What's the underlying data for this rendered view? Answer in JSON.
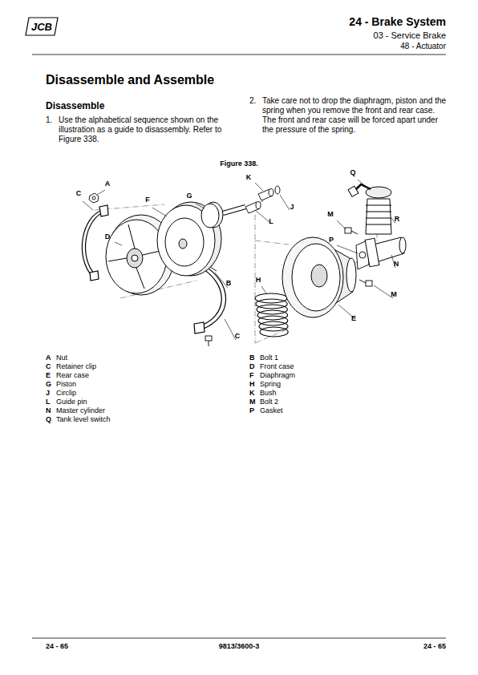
{
  "diagram": {
    "title": "Disassemble and Assemble",
    "labels": [
      "JCB",
      "24 - Brake System",
      "03 - Service Brake",
      "48 - Actuator",
      "Disassemble",
      "1.",
      "Use the alphabetical sequence shown on the illustration as a guide to disassembly. Refer to Figure 338.",
      "2.",
      "Take care not to drop the diaphragm, piston and the spring when you remove the front and rear case. The front and rear case will be forced apart under the pressure of the spring.",
      "Figure 338.",
      "K",
      "Q",
      "A",
      "C",
      "G",
      "F",
      "J",
      "L",
      "M",
      "R",
      "D",
      "P",
      "N",
      "H",
      "B",
      "M",
      "E",
      "C",
      "A",
      "Nut",
      "C",
      "Retainer clip",
      "E",
      "Rear case",
      "G",
      "Piston",
      "J",
      "Circlip",
      "L",
      "Guide pin",
      "N",
      "Master cylinder",
      "Q",
      "Tank level switch",
      "B",
      "Bolt 1",
      "D",
      "Front case",
      "F",
      "Diaphragm",
      "H",
      "Spring",
      "K",
      "Bush",
      "M",
      "Bolt 2",
      "P",
      "Gasket",
      "24 - 65",
      "9813/3600-3",
      "24 - 65"
    ]
  }
}
